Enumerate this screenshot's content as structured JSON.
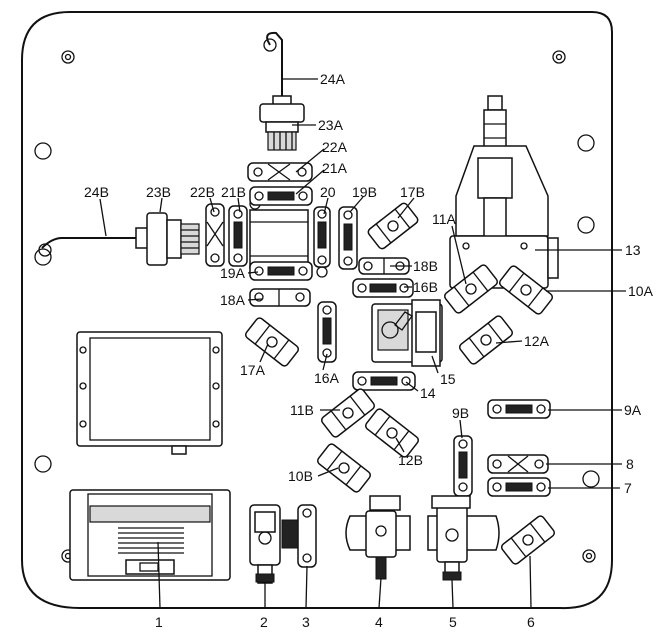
{
  "labels": {
    "l1": "1",
    "l2": "2",
    "l3": "3",
    "l4": "4",
    "l5": "5",
    "l6": "6",
    "l7": "7",
    "l8": "8",
    "l9A": "9A",
    "l9B": "9B",
    "l10A": "10A",
    "l10B": "10B",
    "l11A": "11A",
    "l11B": "11B",
    "l12A": "12A",
    "l12B": "12B",
    "l13": "13",
    "l14": "14",
    "l15": "15",
    "l16A": "16A",
    "l16B": "16B",
    "l17A": "17A",
    "l17B": "17B",
    "l18A": "18A",
    "l18B": "18B",
    "l19A": "19A",
    "l19B": "19B",
    "l20": "20",
    "l21A": "21A",
    "l21B": "21B",
    "l22A": "22A",
    "l22B": "22B",
    "l23A": "23A",
    "l23B": "23B",
    "l24A": "24A",
    "l24B": "24B"
  }
}
